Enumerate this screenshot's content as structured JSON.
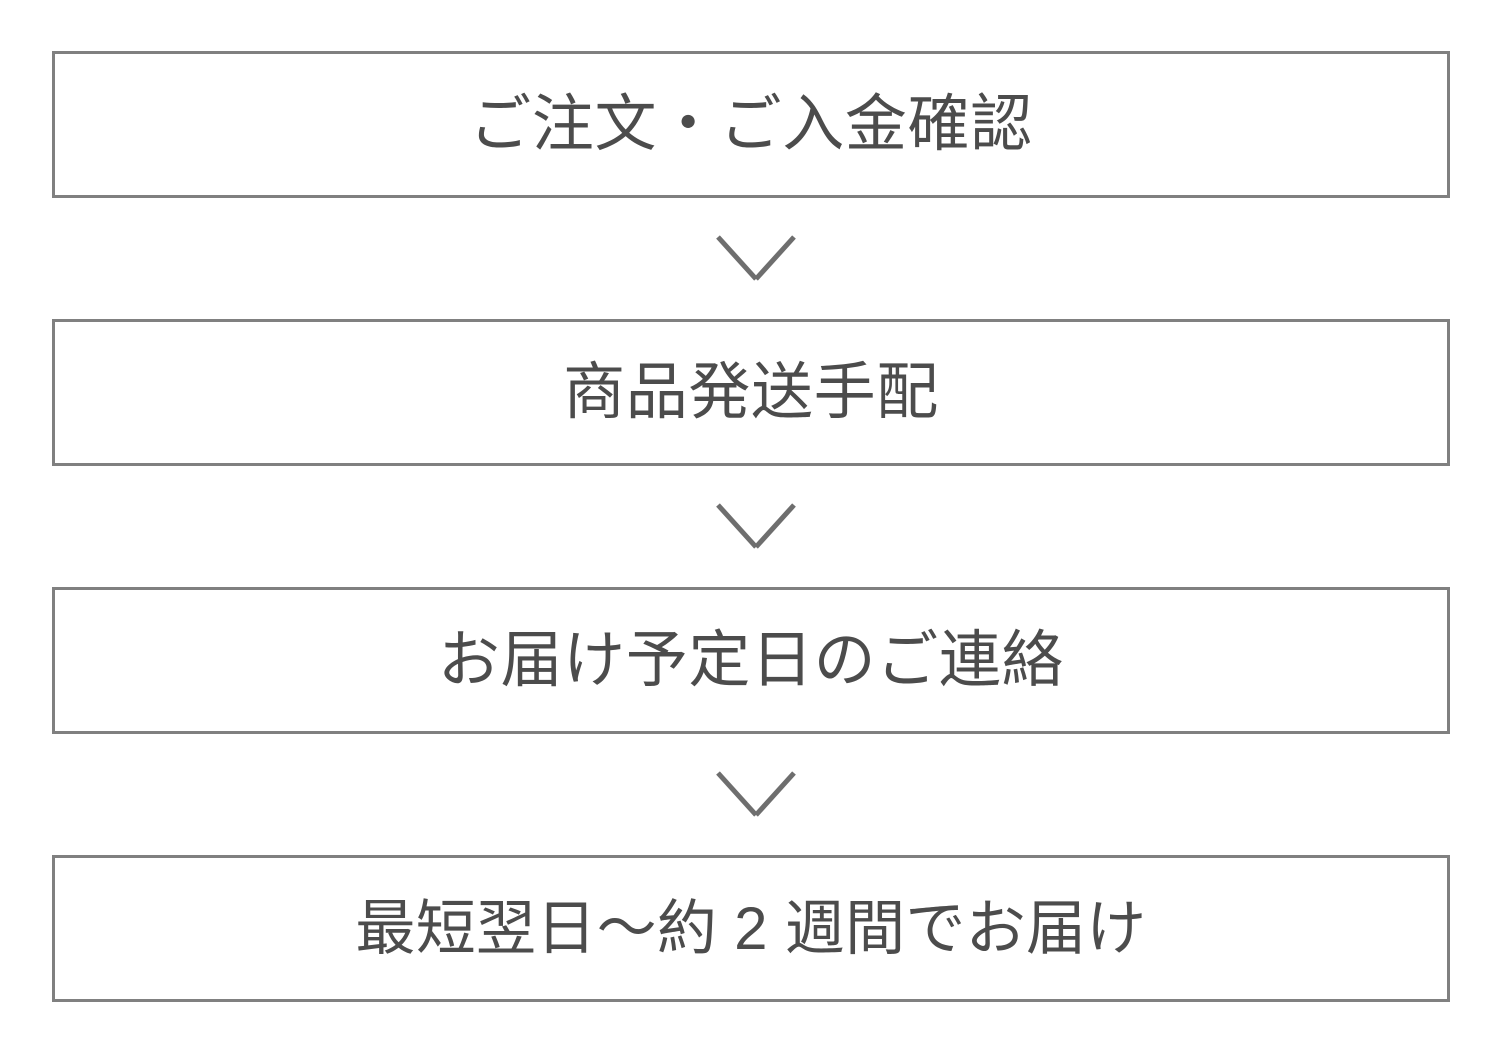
{
  "diagram": {
    "title": "delivery-process-flow",
    "orientation": "vertical",
    "colors": {
      "box_border": "#808080",
      "text": "#4c4c4c",
      "arrow": "#6e6e6e",
      "background": "#ffffff"
    },
    "steps": [
      {
        "index": 1,
        "label": "ご注文・ご入金確認"
      },
      {
        "index": 2,
        "label": "商品発送手配"
      },
      {
        "index": 3,
        "label": "お届け予定日のご連絡"
      },
      {
        "index": 4,
        "label": "最短翌日〜約 2 週間でお届け"
      }
    ],
    "connectors": [
      {
        "index": 1,
        "icon": "chevron-down-icon"
      },
      {
        "index": 2,
        "icon": "chevron-down-icon"
      },
      {
        "index": 3,
        "icon": "chevron-down-icon"
      }
    ]
  }
}
